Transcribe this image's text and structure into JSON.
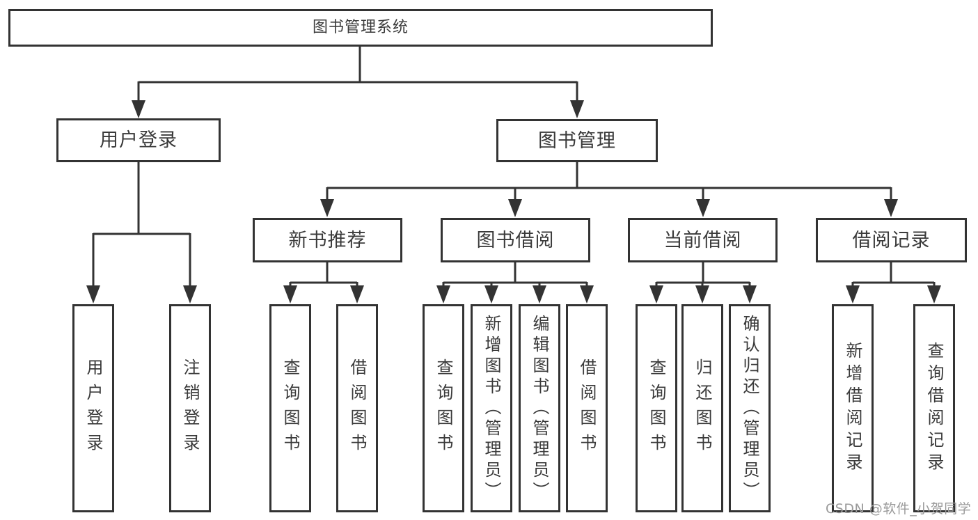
{
  "diagram": {
    "title": {
      "label": "图书管理系统"
    },
    "level2": {
      "user_login": {
        "label": "用户登录"
      },
      "book_management": {
        "label": "图书管理"
      }
    },
    "level3": {
      "new_book_recommend": {
        "label": "新书推荐"
      },
      "book_borrowing": {
        "label": "图书借阅"
      },
      "current_borrowing": {
        "label": "当前借阅"
      },
      "borrowing_records": {
        "label": "借阅记录"
      }
    },
    "leaves": {
      "user_login": {
        "label": "用户登录"
      },
      "logout": {
        "label": "注销登录"
      },
      "query_books_recommend": {
        "label": "查询图书"
      },
      "borrow_books_recommend": {
        "label": "借阅图书"
      },
      "query_books_borrowing": {
        "label": "查询图书"
      },
      "add_books_admin": {
        "label": "新增图书（管理员）"
      },
      "edit_books_admin": {
        "label": "编辑图书（管理员）"
      },
      "borrow_books": {
        "label": "借阅图书"
      },
      "query_books_current": {
        "label": "查询图书"
      },
      "return_books": {
        "label": "归还图书"
      },
      "confirm_return_admin": {
        "label": "确认归还（管理员）"
      },
      "add_borrow_record": {
        "label": "新增借阅记录"
      },
      "query_borrow_record": {
        "label": "查询借阅记录"
      }
    },
    "colors": {
      "line": "#333333",
      "box_border": "#333333",
      "text": "#3a3a3a",
      "background": "#ffffff",
      "watermark_text": "#9a9a9a"
    }
  },
  "watermark": {
    "label": "CSDN @软件_小贺同学"
  }
}
